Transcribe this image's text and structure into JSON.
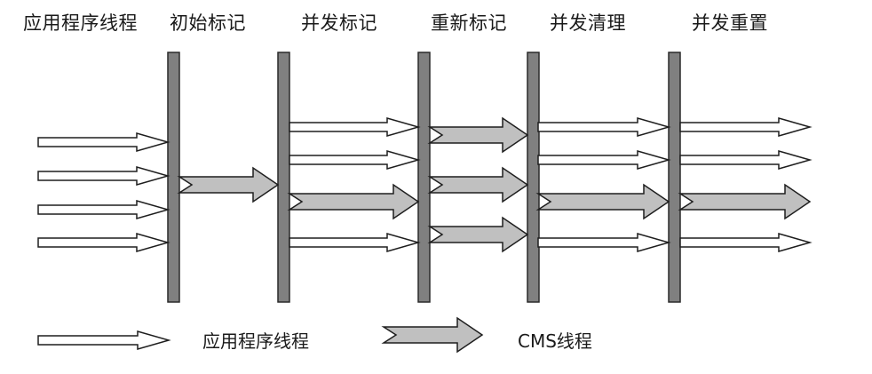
{
  "header": {
    "phases": [
      {
        "id": "app",
        "label": "应用程序线程"
      },
      {
        "id": "initial-mark",
        "label": "初始标记"
      },
      {
        "id": "concurrent-mark",
        "label": "并发标记"
      },
      {
        "id": "remark",
        "label": "重新标记"
      },
      {
        "id": "concurrent-sweep",
        "label": "并发清理"
      },
      {
        "id": "concurrent-reset",
        "label": "并发重置"
      }
    ]
  },
  "legend": {
    "app_thread_label": "应用程序线程",
    "cms_thread_label": "CMS线程"
  },
  "segments": [
    {
      "phase": "app",
      "app_threads": 4,
      "cms_threads": 0
    },
    {
      "phase": "initial-mark",
      "app_threads": 0,
      "cms_threads": 1
    },
    {
      "phase": "concurrent-mark",
      "app_threads": 3,
      "cms_threads": 1
    },
    {
      "phase": "remark",
      "app_threads": 0,
      "cms_threads": 3
    },
    {
      "phase": "concurrent-sweep",
      "app_threads": 3,
      "cms_threads": 1
    },
    {
      "phase": "concurrent-reset",
      "app_threads": 3,
      "cms_threads": 1
    }
  ],
  "colors": {
    "barrier_fill": "#808080",
    "barrier_stroke": "#2a2a2a",
    "cms_fill": "#c0c0c0",
    "app_fill": "#ffffff",
    "stroke": "#1e1e1e"
  }
}
